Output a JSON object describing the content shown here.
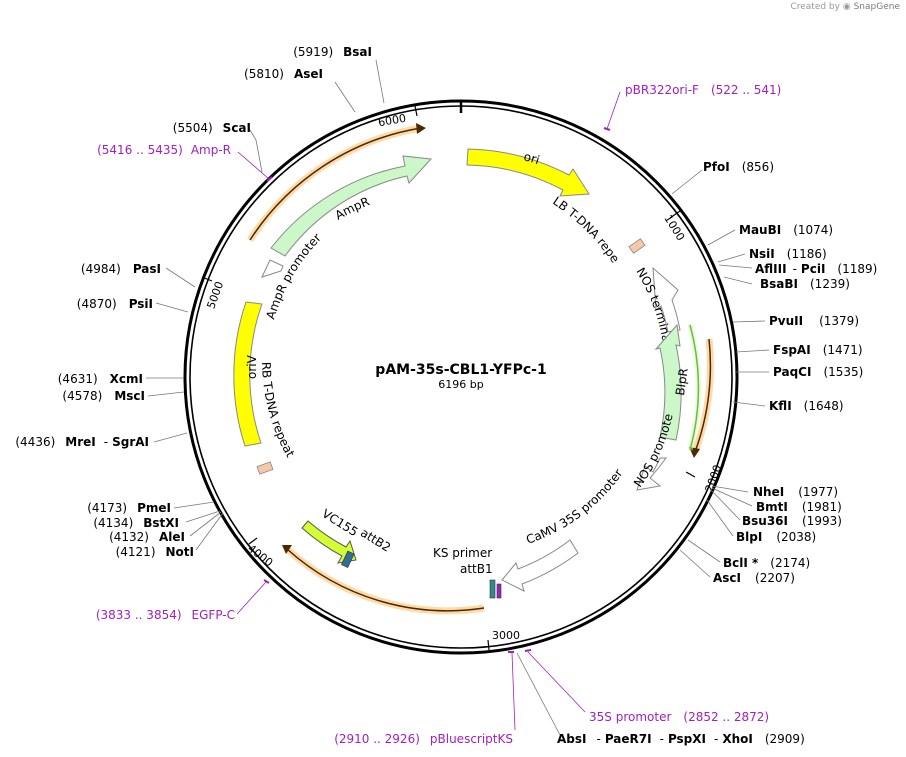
{
  "credit": {
    "prefix": "Created by",
    "brand": "SnapGene"
  },
  "plasmid": {
    "name": "pAM-35s-CBL1-YFPc-1",
    "length_label": "6196 bp"
  },
  "ticks": [
    "1000",
    "2000",
    "3000",
    "4000",
    "5000",
    "6000"
  ],
  "sites": {
    "pfoi": {
      "name": "PfoI",
      "pos": "(856)"
    },
    "maubi": {
      "name": "MauBI",
      "pos": "(1074)"
    },
    "nsii": {
      "name": "NsiI",
      "pos": "(1186)"
    },
    "afliii": {
      "name": "AflIII",
      "sep": "-",
      "name2": "PciI",
      "pos": "(1189)"
    },
    "bsabi": {
      "name": "BsaBI",
      "pos": "(1239)"
    },
    "pvuii": {
      "name": "PvuII",
      "pos": "(1379)"
    },
    "fspai": {
      "name": "FspAI",
      "pos": "(1471)"
    },
    "paqci": {
      "name": "PaqCI",
      "pos": "(1535)"
    },
    "kfli": {
      "name": "KflI",
      "pos": "(1648)"
    },
    "nhei": {
      "name": "NheI",
      "pos": "(1977)"
    },
    "bmti": {
      "name": "BmtI",
      "pos": "(1981)"
    },
    "bsu36i": {
      "name": "Bsu36I",
      "pos": "(1993)"
    },
    "blpi": {
      "name": "BlpI",
      "pos": "(2038)"
    },
    "bcli": {
      "name": "BclI *",
      "pos": "(2174)"
    },
    "asci": {
      "name": "AscI",
      "pos": "(2207)"
    },
    "absi": {
      "name": "AbsI",
      "sep1": "-",
      "name2": "PaeR7I",
      "sep2": "-",
      "name3": "PspXI",
      "sep3": "-",
      "name4": "XhoI",
      "pos": "(2909)"
    },
    "noti": {
      "name": "NotI",
      "pos": "(4121)"
    },
    "alei": {
      "name": "AleI",
      "pos": "(4132)"
    },
    "bstxi": {
      "name": "BstXI",
      "pos": "(4134)"
    },
    "pmei": {
      "name": "PmeI",
      "pos": "(4173)"
    },
    "mrei": {
      "name": "MreI",
      "sep": "-",
      "name2": "SgrAI",
      "pos": "(4436)"
    },
    "msci": {
      "name": "MscI",
      "pos": "(4578)"
    },
    "xcmi": {
      "name": "XcmI",
      "pos": "(4631)"
    },
    "psii": {
      "name": "PsiI",
      "pos": "(4870)"
    },
    "pasi": {
      "name": "PasI",
      "pos": "(4984)"
    },
    "scai": {
      "name": "ScaI",
      "pos": "(5504)"
    },
    "asei": {
      "name": "AseI",
      "pos": "(5810)"
    },
    "bsai": {
      "name": "BsaI",
      "pos": "(5919)"
    }
  },
  "primers": {
    "pbr322": {
      "name": "pBR322ori-F",
      "range": "(522 .. 541)"
    },
    "p35s": {
      "name": "35S promoter",
      "range": "(2852 .. 2872)"
    },
    "pblue": {
      "range": "(2910 .. 2926)",
      "name": "pBluescriptKS"
    },
    "egfp": {
      "range": "(3833 .. 3854)",
      "name": "EGFP-C"
    },
    "ampr": {
      "range": "(5416 .. 5435)",
      "name": "Amp-R"
    }
  },
  "features": {
    "ori": "ori",
    "lb": "LB T-DNA repeat",
    "nos_term": "NOS terminator",
    "blpr": "BlpR",
    "nos_prom": "NOS promoter",
    "camv": "CaMV 35S promoter",
    "ks_primer": "KS primer",
    "attb1": "attB1",
    "attb2": "attB2",
    "vc155": "VC155",
    "rb": "RB T-DNA repeat",
    "oriv": "oriV",
    "ampr_prom": "AmpR promoter",
    "ampr": "AmpR"
  },
  "colors": {
    "ori": "#ffff00",
    "ampr": "#ccf7c9",
    "blpr": "#ccf7c9",
    "vc155": "#d4ff33",
    "orf": "#ffb060",
    "primer": "#a020c0",
    "repeat": "#f5c8a8"
  }
}
